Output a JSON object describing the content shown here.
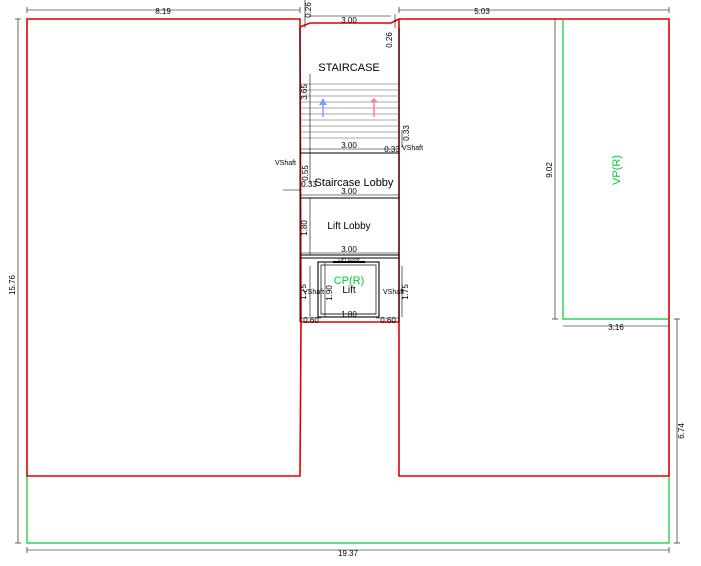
{
  "labels": {
    "staircase": "STAIRCASE",
    "staircase_lobby": "Staircase Lobby",
    "lift_lobby": "Lift Lobby",
    "lift": "Lift",
    "cp": "CP(R)",
    "vp": "VP(R)",
    "vshaft": "VShaft",
    "lift_door": "LIFT DOOR"
  },
  "dimensions": {
    "top_left": "8.19",
    "top_stair_width": "3.00",
    "top_right": "5.03",
    "top_offset_left": "0.26",
    "top_offset_right": "0.26",
    "stair_length": "3.65",
    "stair_landing_a": "0.33",
    "stair_landing_b": "0.33",
    "stair_landing_width": "3.00",
    "lobby_side_a": "0.55",
    "lobby_side_b": "0.33",
    "staircase_lobby_width": "3.00",
    "lift_lobby_height": "1.80",
    "lift_lobby_width": "3.00",
    "lift_height": "1.90",
    "lift_vshaft_left": "1.75",
    "lift_vshaft_right": "1.75",
    "lift_width": "1.80",
    "lift_side_left": "0.60",
    "lift_side_right": "0.60",
    "overall_height": "15.76",
    "vp_height": "9.02",
    "vp_width": "3.16",
    "lower_right_height": "6.74",
    "overall_width": "19.37"
  },
  "colors": {
    "boundary": "#e00000",
    "green_zone": "#00cc33",
    "lines": "#000000",
    "arrow_up": "#7a9cff",
    "arrow_down": "#ff7aa8"
  }
}
